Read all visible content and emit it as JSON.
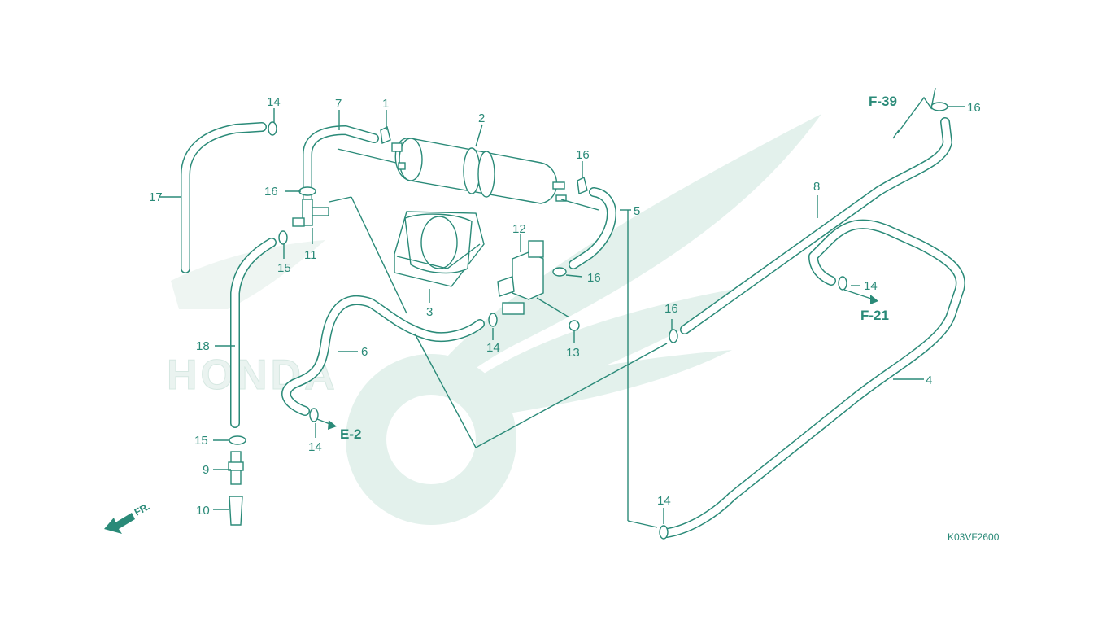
{
  "watermark": {
    "brand_text": "HONDA"
  },
  "parts": [
    {
      "id": "label-1",
      "number": "1"
    },
    {
      "id": "label-2",
      "number": "2"
    },
    {
      "id": "label-3",
      "number": "3"
    },
    {
      "id": "label-4",
      "number": "4"
    },
    {
      "id": "label-5",
      "number": "5"
    },
    {
      "id": "label-6",
      "number": "6"
    },
    {
      "id": "label-7",
      "number": "7"
    },
    {
      "id": "label-8",
      "number": "8"
    },
    {
      "id": "label-9",
      "number": "9"
    },
    {
      "id": "label-10",
      "number": "10"
    },
    {
      "id": "label-11",
      "number": "11"
    },
    {
      "id": "label-12",
      "number": "12"
    },
    {
      "id": "label-13",
      "number": "13"
    },
    {
      "id": "label-17",
      "number": "17"
    },
    {
      "id": "label-18",
      "number": "18"
    }
  ],
  "repeat_labels": {
    "clip_14": "14",
    "clip_15": "15",
    "clip_16": "16"
  },
  "references": {
    "f39": "F-39",
    "f21": "F-21",
    "e2": "E-2"
  },
  "front_indicator": "FR.",
  "diagram_code": "K03VF2600",
  "colors": {
    "line": "#2a8a78",
    "watermark": "#e3f1ec"
  }
}
